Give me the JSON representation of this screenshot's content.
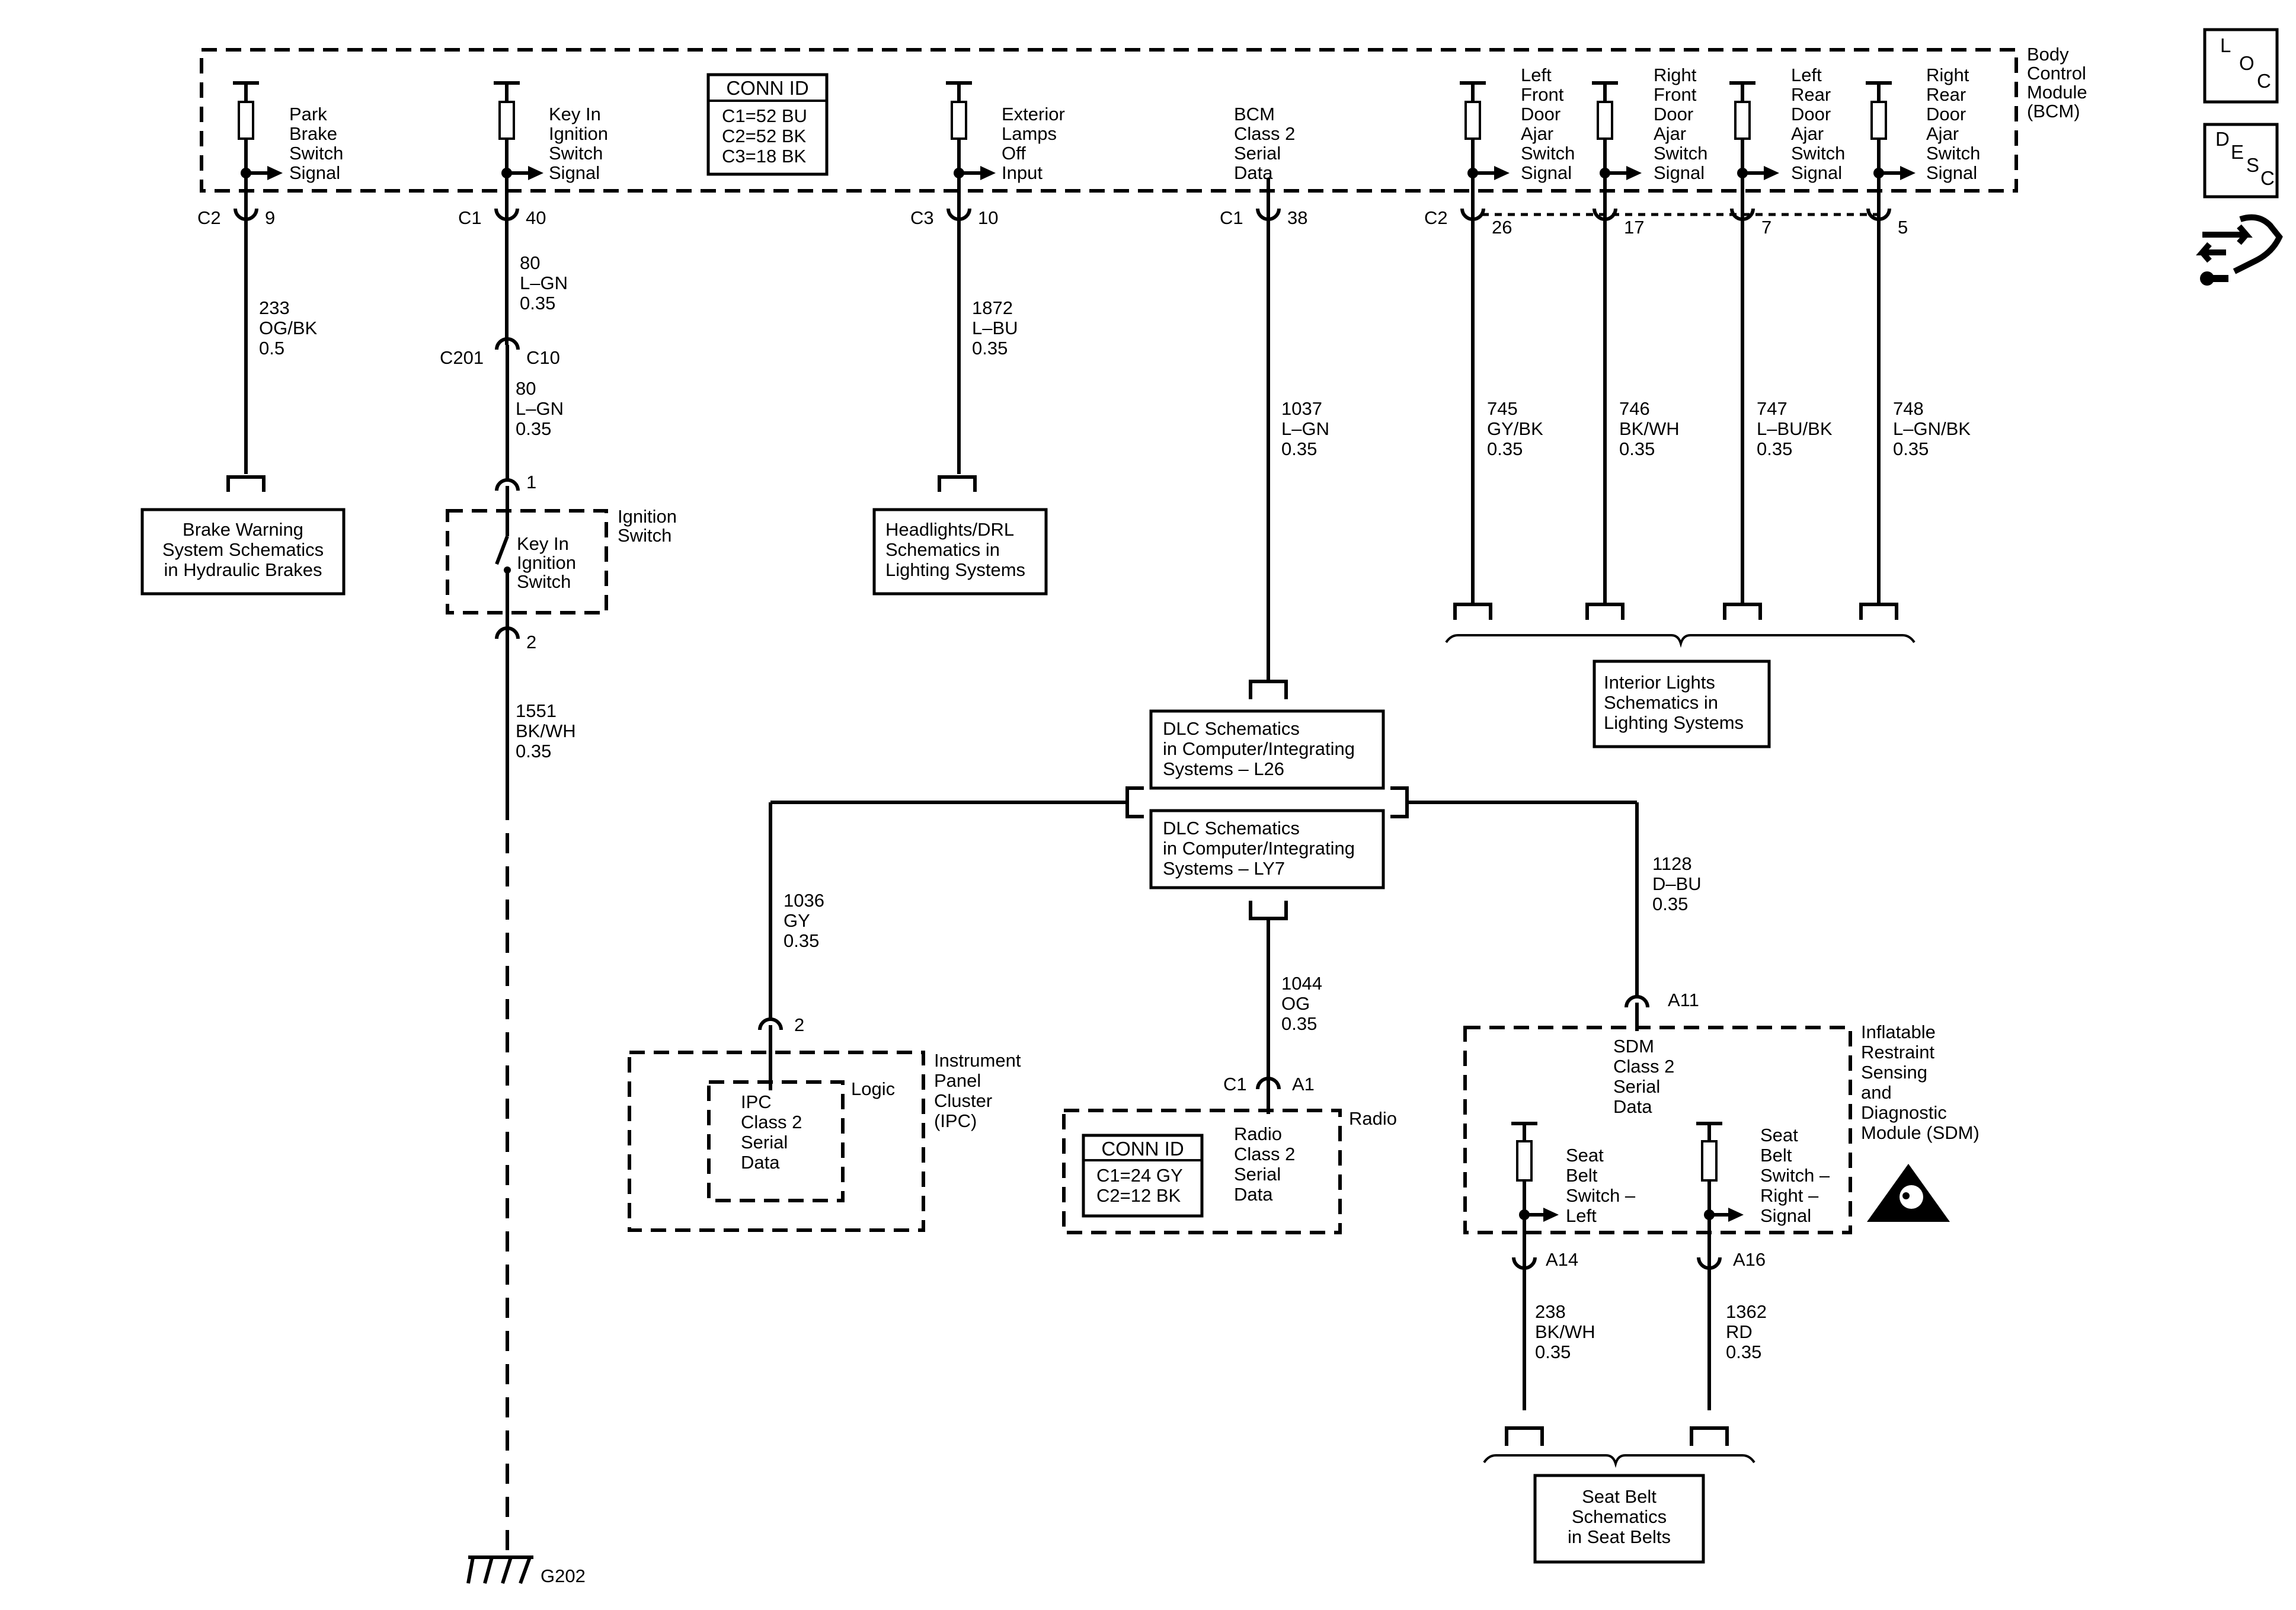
{
  "bcm": {
    "title": "Body Control Module (BCM)",
    "title_lines": [
      "Body",
      "Control",
      "Module",
      "(BCM)"
    ],
    "conn_id": {
      "header": "CONN ID",
      "lines": [
        "C1=52 BU",
        "C2=52 BK",
        "C3=18 BK"
      ]
    },
    "signals": [
      {
        "lines": [
          "Park",
          "Brake",
          "Switch",
          "Signal"
        ],
        "connector": "C2",
        "pin": "9",
        "wire": [
          "233",
          "OG/BK",
          "0.5"
        ]
      },
      {
        "lines": [
          "Key In",
          "Ignition",
          "Switch",
          "Signal"
        ],
        "connector": "C1",
        "pin": "40",
        "wire": [
          "80",
          "L–GN",
          "0.35"
        ]
      },
      {
        "lines": [
          "Exterior",
          "Lamps",
          "Off",
          "Input"
        ],
        "connector": "C3",
        "pin": "10",
        "wire": [
          "1872",
          "L–BU",
          "0.35"
        ]
      },
      {
        "lines": [
          "BCM",
          "Class 2",
          "Serial",
          "Data"
        ],
        "connector": "C1",
        "pin": "38",
        "wire": [
          "1037",
          "L–GN",
          "0.35"
        ]
      },
      {
        "lines": [
          "Left",
          "Front",
          "Door",
          "Ajar",
          "Switch",
          "Signal"
        ],
        "connector": "C2",
        "pin": "26",
        "wire": [
          "745",
          "GY/BK",
          "0.35"
        ]
      },
      {
        "lines": [
          "Right",
          "Front",
          "Door",
          "Ajar",
          "Switch",
          "Signal"
        ],
        "connector": "",
        "pin": "17",
        "wire": [
          "746",
          "BK/WH",
          "0.35"
        ]
      },
      {
        "lines": [
          "Left",
          "Rear",
          "Door",
          "Ajar",
          "Switch",
          "Signal"
        ],
        "connector": "",
        "pin": "7",
        "wire": [
          "747",
          "L–BU/BK",
          "0.35"
        ]
      },
      {
        "lines": [
          "Right",
          "Rear",
          "Door",
          "Ajar",
          "Switch",
          "Signal"
        ],
        "connector": "",
        "pin": "5",
        "wire": [
          "748",
          "L–GN/BK",
          "0.35"
        ]
      }
    ]
  },
  "ignition": {
    "c201_left": "C201",
    "c201_right": "C10",
    "wire2": [
      "80",
      "L–GN",
      "0.35"
    ],
    "switch_name_lines": [
      "Ignition",
      "Switch"
    ],
    "switch_inner_lines": [
      "Key In",
      "Ignition",
      "Switch"
    ],
    "pin_top": "1",
    "pin_bottom": "2",
    "wire3": [
      "1551",
      "BK/WH",
      "0.35"
    ],
    "ground": "G202"
  },
  "refs": {
    "brake": [
      "Brake Warning",
      "System Schematics",
      "in Hydraulic Brakes"
    ],
    "headlights": [
      "Headlights/DRL",
      "Schematics in",
      "Lighting Systems"
    ],
    "interior": [
      "Interior Lights",
      "Schematics in",
      "Lighting Systems"
    ],
    "dlc_l26": [
      "DLC Schematics",
      "in Computer/Integrating",
      "Systems – L26"
    ],
    "dlc_ly7": [
      "DLC Schematics",
      "in Computer/Integrating",
      "Systems – LY7"
    ],
    "seatbelt": [
      "Seat Belt",
      "Schematics",
      "in Seat Belts"
    ]
  },
  "ipc": {
    "wire": [
      "1036",
      "GY",
      "0.35"
    ],
    "pin": "2",
    "name_lines": [
      "Instrument",
      "Panel",
      "Cluster",
      "(IPC)"
    ],
    "logic": "Logic",
    "inner_lines": [
      "IPC",
      "Class 2",
      "Serial",
      "Data"
    ]
  },
  "radio": {
    "wire": [
      "1044",
      "OG",
      "0.35"
    ],
    "connector": "C1",
    "pin": "A1",
    "name": "Radio",
    "inner_lines": [
      "Radio",
      "Class 2",
      "Serial",
      "Data"
    ],
    "conn_id": {
      "header": "CONN ID",
      "lines": [
        "C1=24 GY",
        "C2=12 BK"
      ]
    }
  },
  "sdm": {
    "wire_in": [
      "1128",
      "D–BU",
      "0.35"
    ],
    "pin_in": "A11",
    "name_lines": [
      "Inflatable",
      "Restraint",
      "Sensing",
      "and",
      "Diagnostic",
      "Module (SDM)"
    ],
    "inner_lines": [
      "SDM",
      "Class 2",
      "Serial",
      "Data"
    ],
    "left_switch": [
      "Seat",
      "Belt",
      "Switch –",
      "Left"
    ],
    "right_switch": [
      "Seat",
      "Belt",
      "Switch –",
      "Right –",
      "Signal"
    ],
    "pin_left": "A14",
    "pin_right": "A16",
    "wire_left": [
      "238",
      "BK/WH",
      "0.35"
    ],
    "wire_right": [
      "1362",
      "RD",
      "0.35"
    ]
  },
  "side_icons": {
    "loc": [
      "L",
      "O",
      "C"
    ],
    "desc": [
      "D",
      "E",
      "S",
      "C"
    ],
    "tool": "wrench-hand-icon"
  }
}
